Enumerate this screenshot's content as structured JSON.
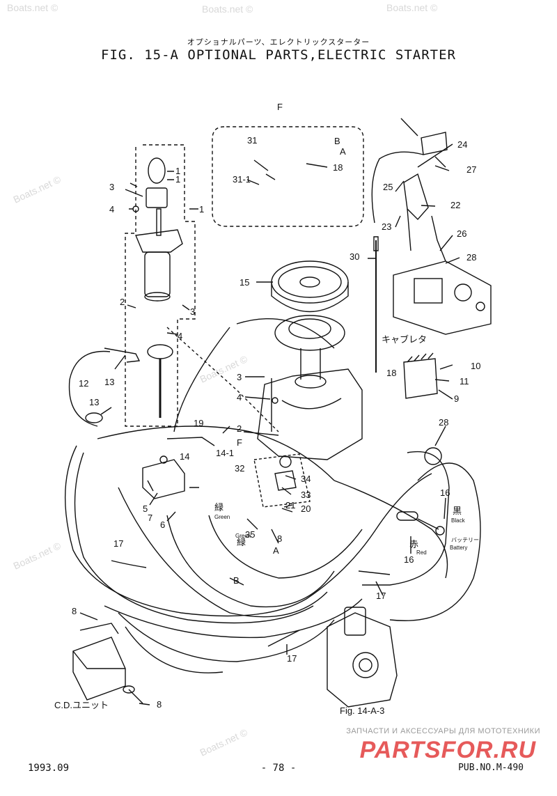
{
  "title": {
    "japanese": "オプショナルパーツ、エレクトリックスターター",
    "english": "FIG. 15-A OPTIONAL PARTS,ELECTRIC STARTER"
  },
  "watermarks": [
    "Boats.net ©",
    "Boats.net ©",
    "Boats.net ©",
    "Boats.net ©",
    "Boats.net ©",
    "Boats.net ©",
    "Boats.net ©"
  ],
  "labels": {
    "detail_F_top": "F",
    "detail_F_mid": "F",
    "carburetor": "キャブレタ",
    "cd_unit": "C.D.ユニット",
    "fig_ref": "Fig. 14-A-3",
    "green_jp": "緑",
    "green_en": "Green",
    "green_jp2": "緑",
    "green_en2": "Green",
    "black_jp": "黒",
    "black_en": "Black",
    "red_jp": "赤",
    "red_en": "Red",
    "battery_jp": "バッテリー",
    "battery_en": "Battery",
    "connector_A": "A",
    "connector_B": "B",
    "connector_A2": "A",
    "connector_B2": "B"
  },
  "callouts": [
    "1",
    "1",
    "1",
    "2",
    "2",
    "3",
    "3",
    "3",
    "4",
    "4",
    "4",
    "5",
    "6",
    "7",
    "8",
    "8",
    "8",
    "9",
    "10",
    "11",
    "12",
    "13",
    "13",
    "14",
    "14-1",
    "15",
    "16",
    "16",
    "17",
    "17",
    "17",
    "18",
    "18",
    "19",
    "20",
    "21",
    "22",
    "23",
    "24",
    "25",
    "26",
    "27",
    "28",
    "28",
    "30",
    "31",
    "31-1",
    "32",
    "33",
    "34",
    "35"
  ],
  "footer": {
    "date": "1993.09",
    "page": "- 78 -",
    "pub": "PUB.NO.M-490"
  },
  "shop": {
    "tagline": "ЗАПЧАСТИ И АКСЕССУАРЫ ДЛЯ МОТОТЕХНИКИ",
    "logo": "PARTSFOR.RU"
  }
}
